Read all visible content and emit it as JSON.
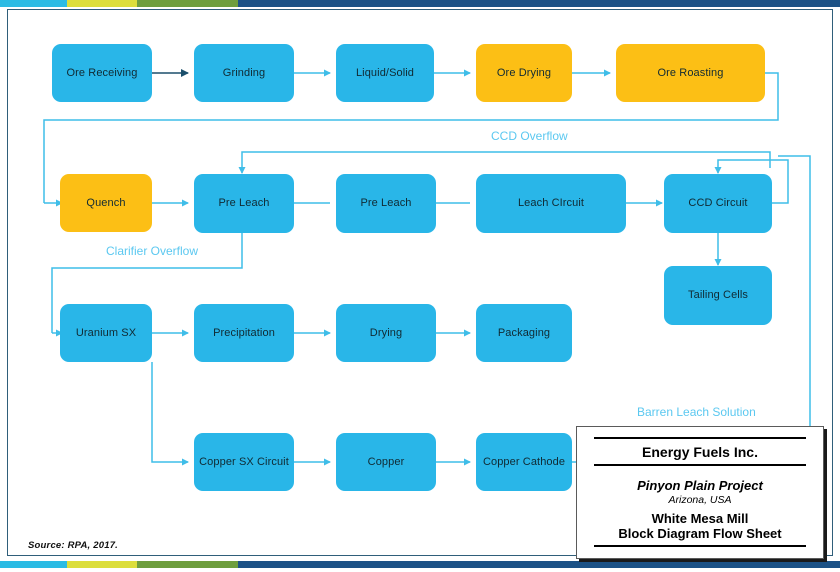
{
  "page": {
    "source_note": "Source:  RPA, 2017.",
    "accent_blue": "#29B6E8",
    "accent_amber": "#FCBF15",
    "wire_color": "#3FBDE8",
    "frame_color": "#2F5E7A"
  },
  "strips": {
    "segments": [
      "cyan",
      "yellow",
      "green",
      "navy"
    ],
    "colors": [
      "#2BBBE4",
      "#DCDE3C",
      "#6E9E3E",
      "#1C5286"
    ]
  },
  "flowsheet": {
    "rows": {
      "row1": [
        {
          "id": "ore-receiving",
          "label": "Ore Receiving",
          "color": "blue"
        },
        {
          "id": "grinding",
          "label": "Grinding",
          "color": "blue"
        },
        {
          "id": "liquid-solid",
          "label": "Liquid/Solid",
          "color": "blue"
        },
        {
          "id": "ore-drying",
          "label": "Ore Drying",
          "color": "amber"
        },
        {
          "id": "ore-roasting",
          "label": "Ore Roasting",
          "color": "amber"
        }
      ],
      "row2": [
        {
          "id": "quench",
          "label": "Quench",
          "color": "amber"
        },
        {
          "id": "pre-leach-1",
          "label": "Pre Leach",
          "color": "blue"
        },
        {
          "id": "pre-leach-2",
          "label": "Pre Leach",
          "color": "blue"
        },
        {
          "id": "leach-circuit",
          "label": "Leach CIrcuit",
          "color": "blue"
        },
        {
          "id": "ccd-circuit",
          "label": "CCD Circuit",
          "color": "blue"
        }
      ],
      "row2b": [
        {
          "id": "tailing-cells",
          "label": "Tailing Cells",
          "color": "blue"
        }
      ],
      "row3": [
        {
          "id": "uranium-sx",
          "label": "Uranium SX",
          "color": "blue"
        },
        {
          "id": "precipitation",
          "label": "Precipitation",
          "color": "blue"
        },
        {
          "id": "drying",
          "label": "Drying",
          "color": "blue"
        },
        {
          "id": "packaging",
          "label": "Packaging",
          "color": "blue"
        }
      ],
      "row4": [
        {
          "id": "copper-sx-circuit",
          "label": "Copper SX Circuit",
          "color": "blue"
        },
        {
          "id": "copper",
          "label": "Copper",
          "color": "blue"
        },
        {
          "id": "copper-cathode",
          "label": "Copper Cathode",
          "color": "blue"
        }
      ]
    },
    "stream_labels": [
      {
        "id": "ccd-overflow",
        "label": "CCD Overflow"
      },
      {
        "id": "clarifier-overflow",
        "label": "Clarifier Overflow"
      },
      {
        "id": "barren-leach-solution",
        "label": "Barren Leach Solution"
      }
    ]
  },
  "title_block": {
    "company": "Energy Fuels Inc.",
    "project": "Pinyon Plain Project",
    "location": "Arizona, USA",
    "facility": "White Mesa Mill",
    "sheet": "Block Diagram Flow Sheet"
  }
}
